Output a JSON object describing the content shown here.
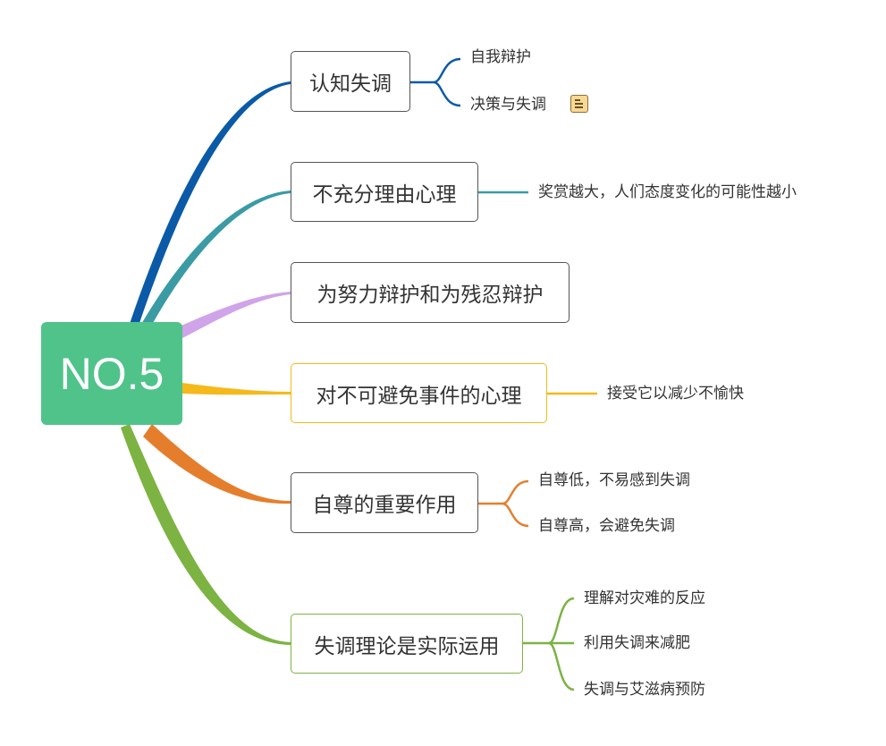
{
  "root": {
    "label": "NO.5",
    "color": "#4fc38a"
  },
  "branches": [
    {
      "label": "认知失调",
      "color": "#0a5aa8",
      "children": [
        "自我辩护",
        "决策与失调"
      ],
      "note_icon": "note-icon"
    },
    {
      "label": "不充分理由心理",
      "color": "#3a9ba5",
      "children": [
        "奖赏越大，人们态度变化的可能性越小"
      ]
    },
    {
      "label": "为努力辩护和为残忍辩护",
      "color": "#cfa4e8",
      "children": []
    },
    {
      "label": "对不可避免事件的心理",
      "color": "#f6b91b",
      "children": [
        "接受它以减少不愉快"
      ]
    },
    {
      "label": "自尊的重要作用",
      "color": "#e57e2c",
      "children": [
        "自尊低，不易感到失调",
        "自尊高，会避免失调"
      ]
    },
    {
      "label": "失调理论是实际运用",
      "color": "#7cb342",
      "children": [
        "理解对灾难的反应",
        "利用失调来减肥",
        "失调与艾滋病预防"
      ]
    }
  ]
}
